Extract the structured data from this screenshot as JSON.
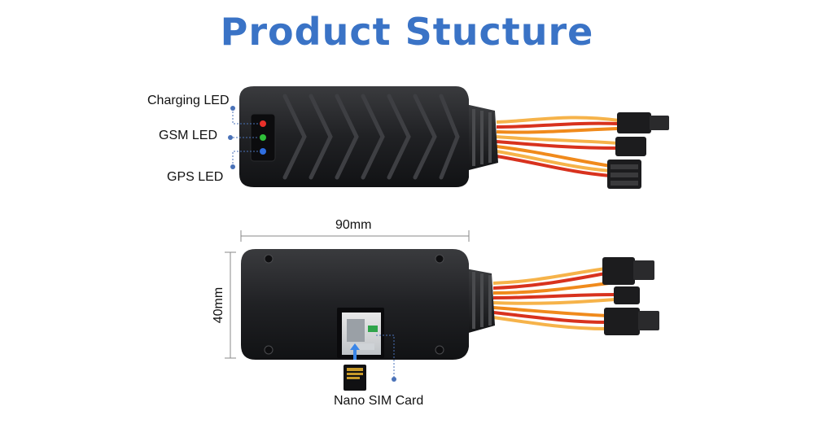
{
  "title": "Product Stucture",
  "callouts": {
    "charging_led": "Charging LED",
    "gsm_led": "GSM LED",
    "gps_led": "GPS LED",
    "sim_card": "Nano SIM Card"
  },
  "dimensions": {
    "length": "90mm",
    "width": "40mm"
  },
  "colors": {
    "title": "#3a73c6",
    "callout_dot": "#4a72b8",
    "led_red": "#e8302a",
    "led_green": "#2fbf3a",
    "led_blue": "#2f6ee0",
    "wire_red": "#d8321e",
    "wire_orange": "#f08a1c",
    "wire_yellow": "#f6b34a",
    "device_body": "#1e1f21"
  }
}
